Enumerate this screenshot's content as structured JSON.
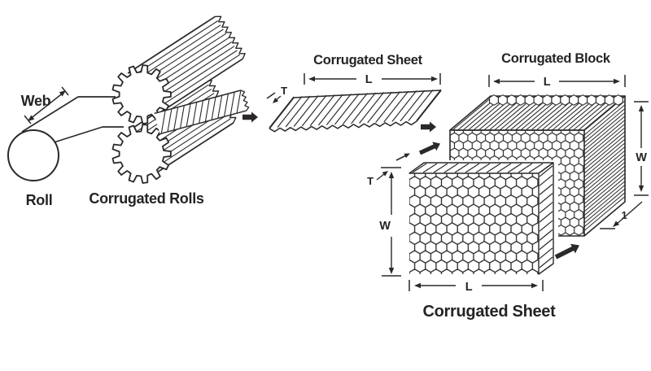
{
  "colors": {
    "ink": "#2b2828",
    "label": "#262323",
    "background": "#ffffff"
  },
  "labels": {
    "roll": "Roll",
    "web": "Web",
    "corrugated_rolls": "Corrugated Rolls",
    "sheet_title": "Corrugated Sheet",
    "sheet_dim_length": "L",
    "sheet_dim_thickness": "T",
    "block_title": "Corrugated Block",
    "block_dim_length": "L",
    "block_dim_width": "W",
    "block_dim_depth": "1",
    "sliced_dim_thickness": "T",
    "sliced_dim_width": "W",
    "sliced_dim_length": "L",
    "sliced_title": "Corrugated Sheet"
  }
}
